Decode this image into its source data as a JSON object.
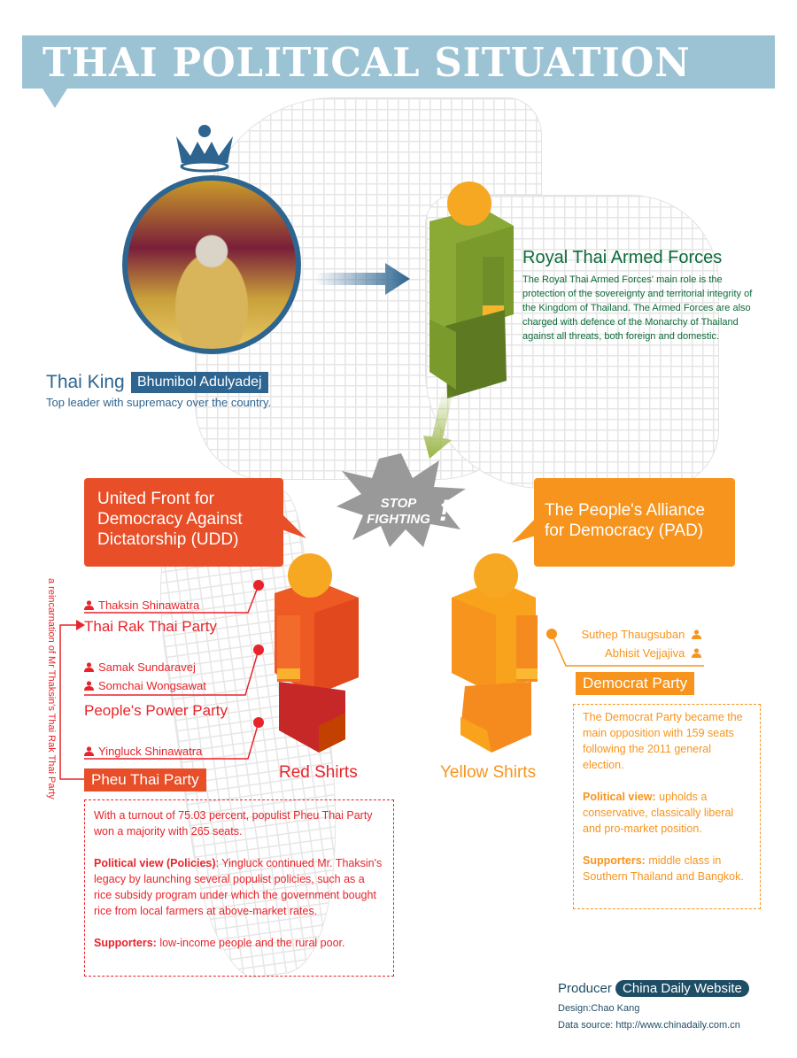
{
  "header": {
    "title": "THAI POLITICAL SITUATION"
  },
  "king": {
    "label": "Thai King",
    "name": "Bhumibol Adulyadej",
    "description": "Top leader with supremacy over the country."
  },
  "armed_forces": {
    "title": "Royal Thai Armed Forces",
    "description": "The Royal Thai Armed Forces' main role is the protection of the sovereignty and territorial integrity of the Kingdom of Thailand. The Armed Forces are also charged with defence of the Monarchy of Thailand against all threats, both foreign and domestic."
  },
  "burst": {
    "line1": "STOP",
    "line2": "FIGHTING",
    "mark": "!"
  },
  "udd": {
    "name": "United Front for Democracy Against Dictatorship (UDD)",
    "group": "Red Shirts",
    "side_note": "a reincarnation of Mr Thaksin's Thai Rak Thai Party",
    "parties": [
      {
        "name": "Thai Rak Thai Party",
        "people": [
          "Thaksin Shinawatra"
        ]
      },
      {
        "name": "People's Power Party",
        "people": [
          "Samak Sundaravej",
          "Somchai Wongsawat"
        ]
      },
      {
        "name": "Pheu Thai Party",
        "people": [
          "Yingluck Shinawatra"
        ]
      }
    ],
    "details": {
      "intro": "With a turnout of 75.03 percent, populist Pheu Thai Party won a majority with 265 seats.",
      "view_label": "Political view (Policies)",
      "view_text": ": Yingluck continued Mr. Thaksin's legacy by launching several populist policies, such as a rice subsidy program under which the government bought rice from local farmers at above-market rates.",
      "supporters_label": "Supporters:",
      "supporters_text": " low-income people and the rural poor."
    }
  },
  "pad": {
    "name": "The People's Alliance for Democracy (PAD)",
    "group": "Yellow Shirts",
    "party": {
      "name": "Democrat Party",
      "people": [
        "Suthep Thaugsuban",
        "Abhisit Vejjajiva"
      ]
    },
    "details": {
      "intro": "The Democrat Party became the main opposition  with 159 seats following the 2011 general election.",
      "view_label": "Political view:",
      "view_text": " upholds a conservative, classically liberal and pro-market position.",
      "supporters_label": "Supporters:",
      "supporters_text": " middle class in Southern Thailand and Bangkok."
    }
  },
  "footer": {
    "producer_label": "Producer",
    "producer": "China Daily Website",
    "design": "Design:Chao Kang",
    "source": "Data source: http://www.chinadaily.com.cn"
  },
  "colors": {
    "header": "#9cc3d4",
    "king_blue": "#2e6590",
    "army_green": "#0e6b3a",
    "red": "#e8242b",
    "udd_orange_red": "#e84e27",
    "pad_orange": "#f7941d"
  }
}
